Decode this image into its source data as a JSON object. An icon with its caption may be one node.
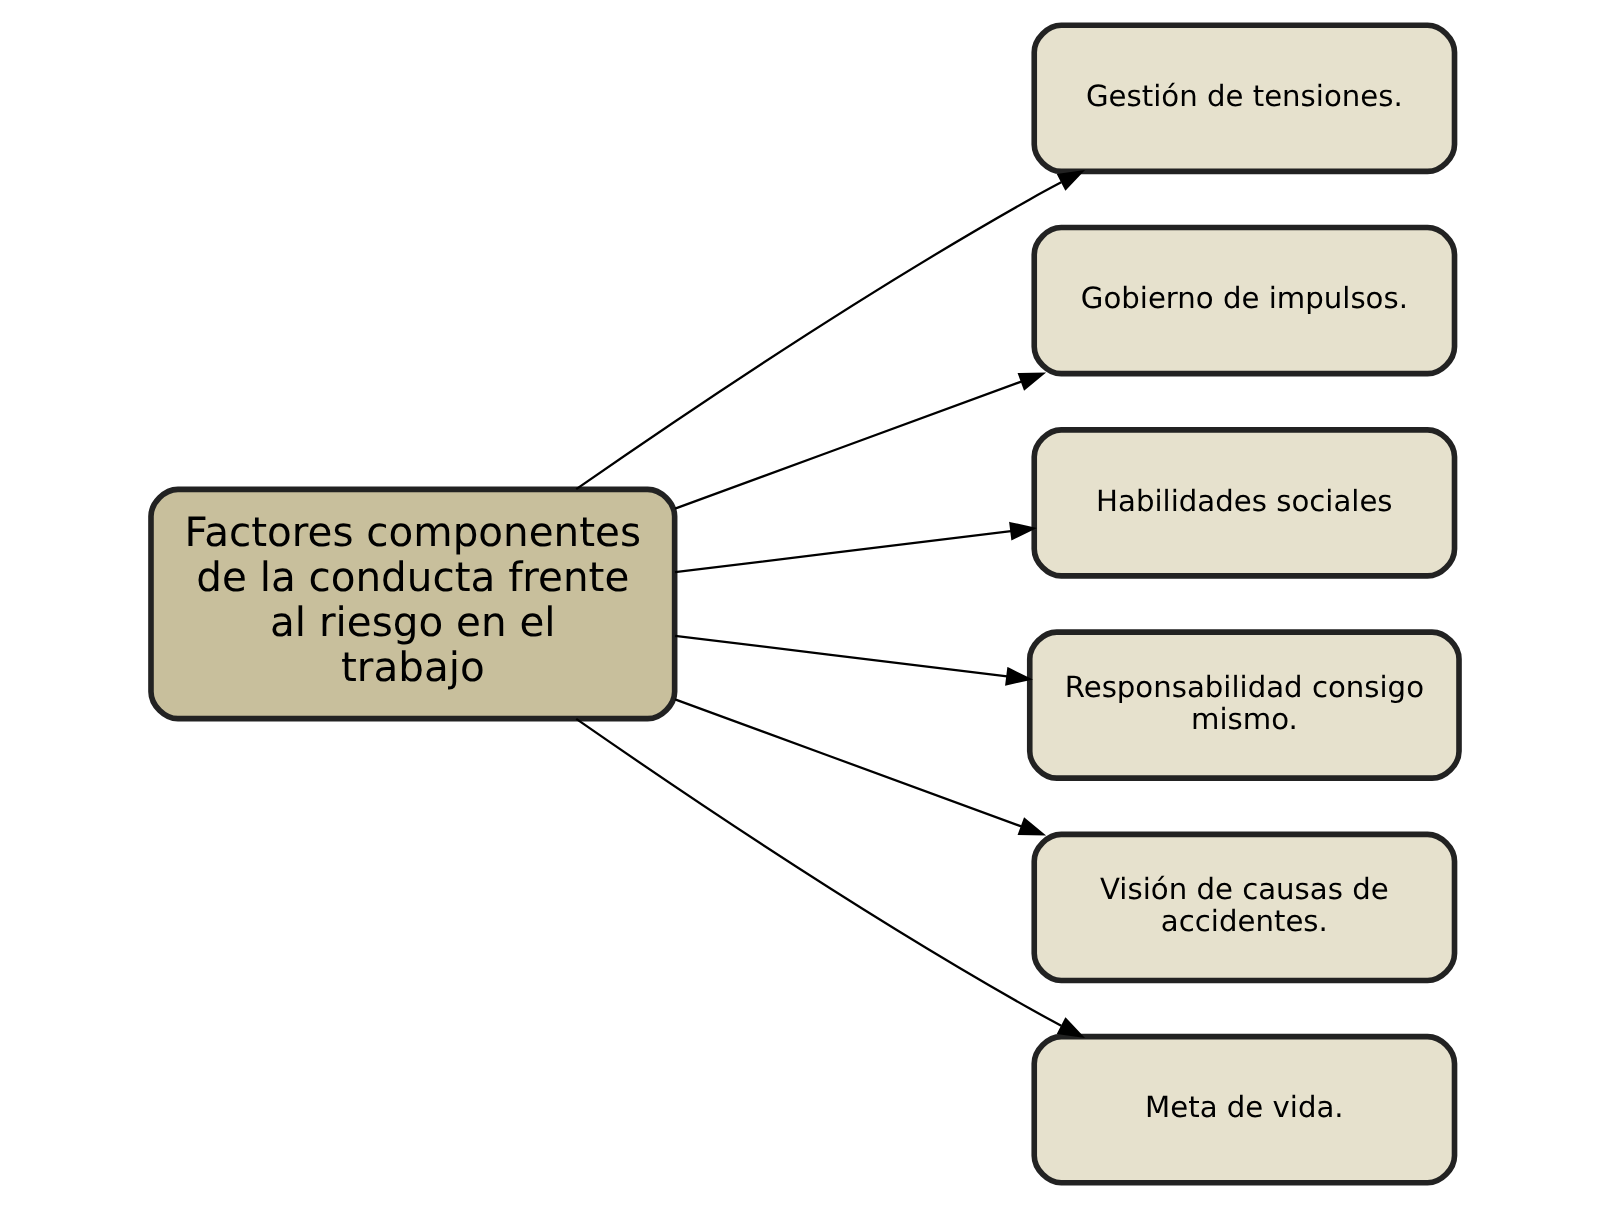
{
  "diagram": {
    "nodes": [
      {
        "text": [
          "Factores componentes de la conducta frente al riesgo en el trabajo"
        ]
      },
      {
        "text": [
          "Gestión de tensiones."
        ]
      },
      {
        "text": [
          "Gobierno de impulsos."
        ]
      },
      {
        "text": [
          "Habilidades sociales"
        ]
      },
      {
        "text": [
          "Responsabilidad consigo mismo."
        ]
      },
      {
        "text": [
          "Visión de causas de accidentes."
        ]
      },
      {
        "text": [
          "Meta de vida."
        ]
      }
    ],
    "edges": [
      {
        "from": 0,
        "to": 1,
        "arrow": "to"
      },
      {
        "from": 0,
        "to": 2,
        "arrow": "to"
      },
      {
        "from": 0,
        "to": 3,
        "arrow": "to"
      },
      {
        "from": 0,
        "to": 4,
        "arrow": "to"
      },
      {
        "from": 0,
        "to": 5,
        "arrow": "to"
      },
      {
        "from": 0,
        "to": 6,
        "arrow": "to"
      }
    ]
  }
}
